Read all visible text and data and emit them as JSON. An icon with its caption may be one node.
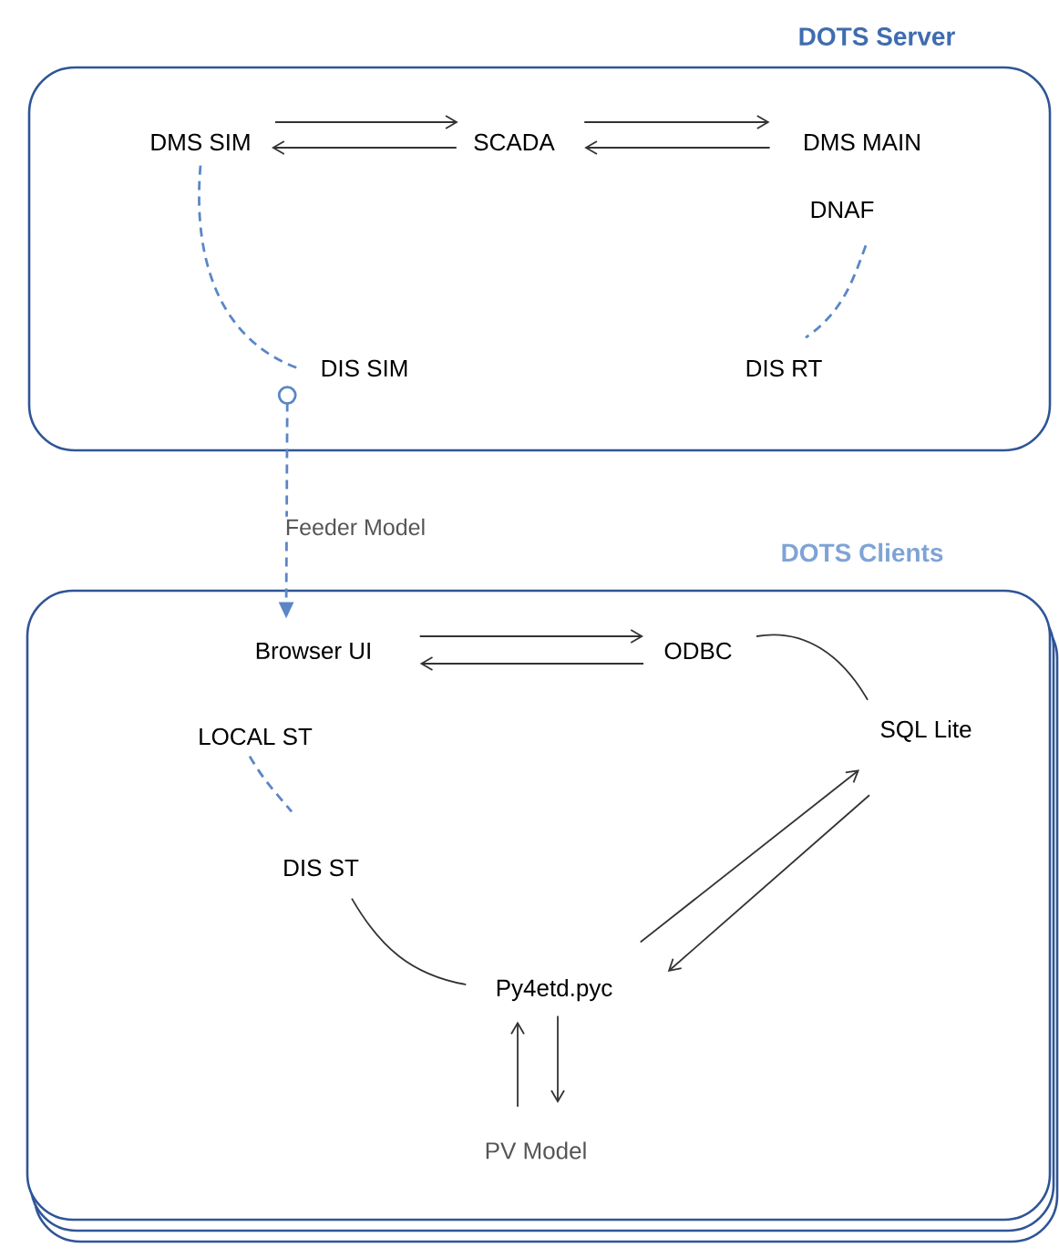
{
  "diagram": {
    "nodes": [
      {
        "text": [
          "DOTS Server"
        ]
      },
      {
        "text": [
          "DMS SIM"
        ],
        "in": 0
      },
      {
        "text": [
          "SCADA"
        ],
        "in": 0
      },
      {
        "text": [
          "DMS MAIN"
        ],
        "in": 0
      },
      {
        "text": [
          "DNAF"
        ],
        "in": 0
      },
      {
        "text": [
          "DIS SIM"
        ],
        "in": 0
      },
      {
        "text": [
          "DIS RT"
        ],
        "in": 0
      },
      {
        "text": [
          "DOTS Clients"
        ]
      },
      {
        "text": [
          "Browser UI"
        ],
        "in": 7
      },
      {
        "text": [
          "ODBC"
        ],
        "in": 7
      },
      {
        "text": [
          "LOCAL ST"
        ],
        "in": 7
      },
      {
        "text": [
          "SQL Lite"
        ],
        "in": 7
      },
      {
        "text": [
          "DIS ST"
        ],
        "in": 7
      },
      {
        "text": [
          "Py4etd.pyc"
        ],
        "in": 7
      },
      {
        "text": [
          "PV Model"
        ],
        "in": 7
      }
    ],
    "edges": [
      {
        "from": 1,
        "to": 2,
        "arrow": "to"
      },
      {
        "from": 2,
        "to": 1,
        "arrow": "to"
      },
      {
        "from": 2,
        "to": 3,
        "arrow": "to"
      },
      {
        "from": 3,
        "to": 2,
        "arrow": "to"
      },
      {
        "from": 1,
        "to": 5,
        "arrow": "none",
        "style": "dashed",
        "color": "#5b86c6"
      },
      {
        "from": 4,
        "to": 6,
        "arrow": "none",
        "style": "dashed",
        "color": "#5b86c6"
      },
      {
        "from": 5,
        "to": 8,
        "arrow": "to",
        "label": "Feeder Model",
        "style": "dashed",
        "color": "#5b86c6"
      },
      {
        "from": 8,
        "to": 9,
        "arrow": "to"
      },
      {
        "from": 9,
        "to": 8,
        "arrow": "to"
      },
      {
        "from": 9,
        "to": 11,
        "arrow": "none"
      },
      {
        "from": 10,
        "to": 12,
        "arrow": "none",
        "style": "dashed",
        "color": "#5b86c6"
      },
      {
        "from": 12,
        "to": 13,
        "arrow": "none"
      },
      {
        "from": 13,
        "to": 11,
        "arrow": "to"
      },
      {
        "from": 11,
        "to": 13,
        "arrow": "to"
      },
      {
        "from": 14,
        "to": 13,
        "arrow": "to"
      },
      {
        "from": 13,
        "to": 14,
        "arrow": "to"
      }
    ]
  }
}
